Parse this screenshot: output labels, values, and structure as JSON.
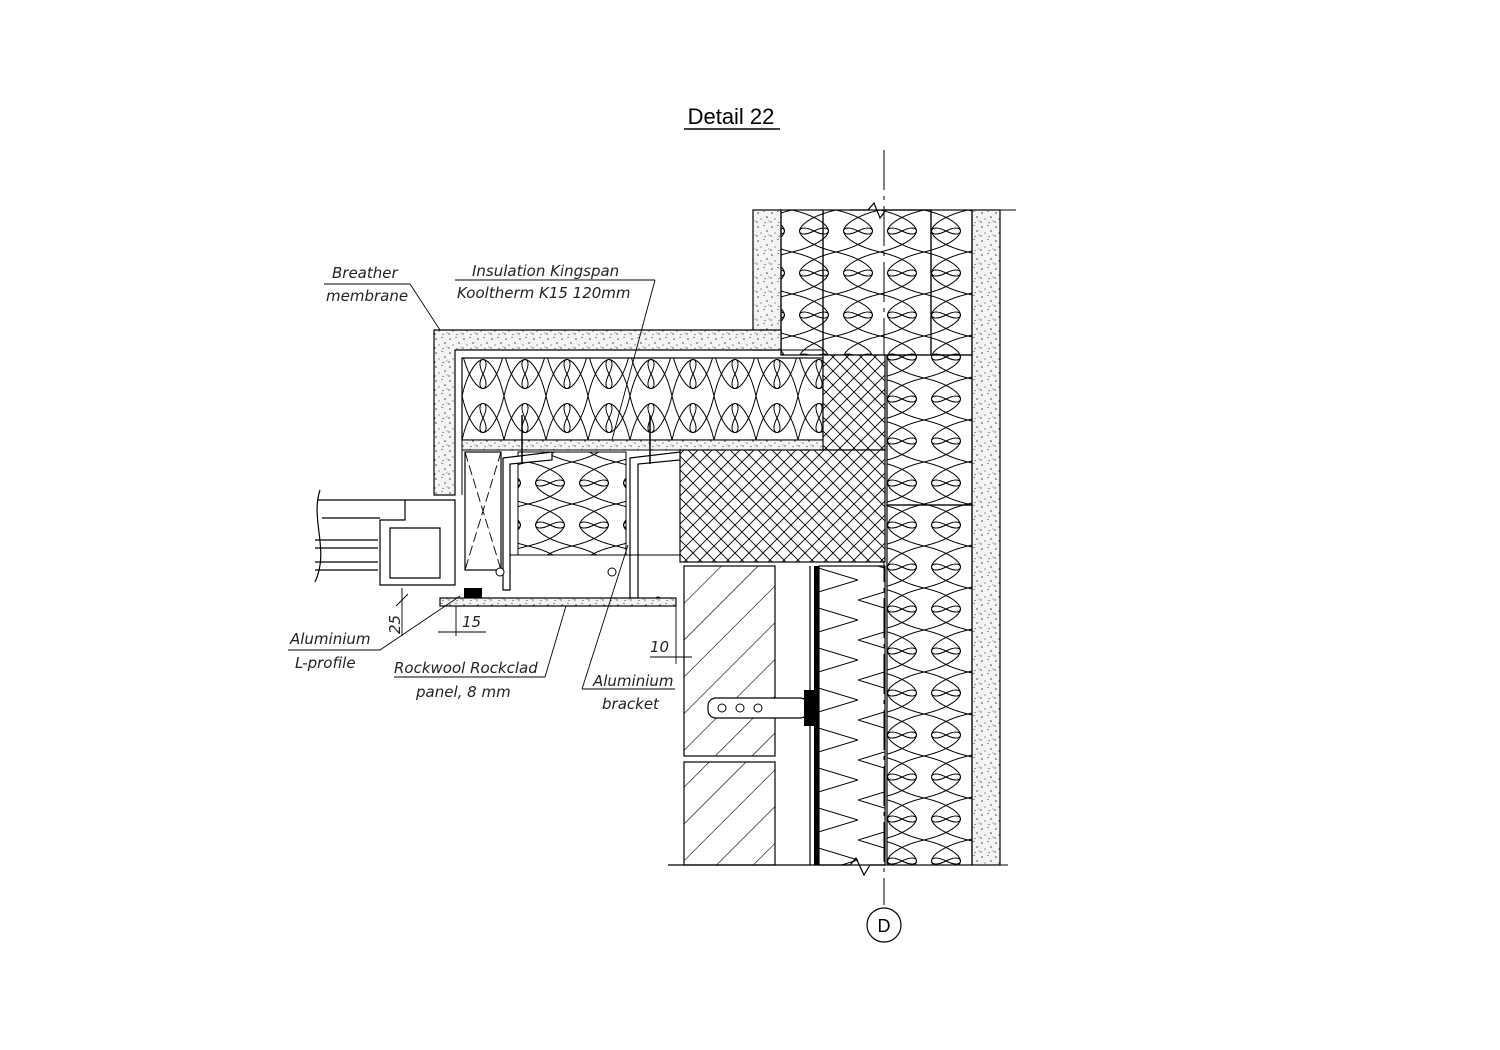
{
  "title": "Detail 22",
  "labels": {
    "breather_line1": "Breather",
    "breather_line2": "membrane",
    "insulation_line1": "Insulation Kingspan",
    "insulation_line2": "Kooltherm K15 120mm",
    "lprofile_line1": "Aluminium",
    "lprofile_line2": "L-profile",
    "rockclad_line1": "Rockwool Rockclad",
    "rockclad_line2": "panel, 8 mm",
    "bracket_line1": "Aluminium",
    "bracket_line2": "bracket"
  },
  "dimensions": {
    "d25": "25",
    "d15": "15",
    "d10": "10"
  },
  "grid_axis": "D"
}
